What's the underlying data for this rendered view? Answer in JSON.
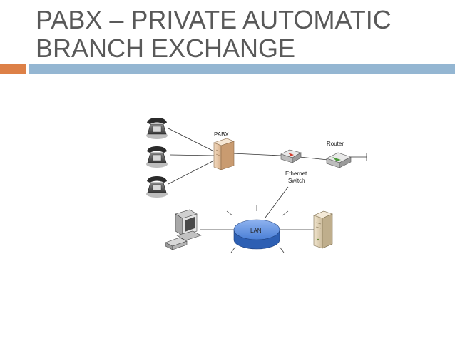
{
  "slide": {
    "title_line1": "PABX – PRIVATE AUTOMATIC",
    "title_line2": "BRANCH EXCHANGE"
  },
  "diagram": {
    "pabx_label": "PABX",
    "router_label": "Router",
    "switch_label_line1": "Ethernet",
    "switch_label_line2": "Switch",
    "lan_label": "LAN"
  },
  "icons": {
    "telephone": "telephone-icon",
    "pabx": "pabx-cabinet-icon",
    "switch": "ethernet-switch-icon",
    "router": "router-icon",
    "computer": "desktop-computer-icon",
    "server": "server-tower-icon",
    "lan": "lan-hub-icon"
  },
  "colors": {
    "title": "#595959",
    "accent_bar": "#dd8047",
    "main_bar": "#94b6d2",
    "lan": "#3f6fc2",
    "pabx": "#e8c9a8"
  }
}
